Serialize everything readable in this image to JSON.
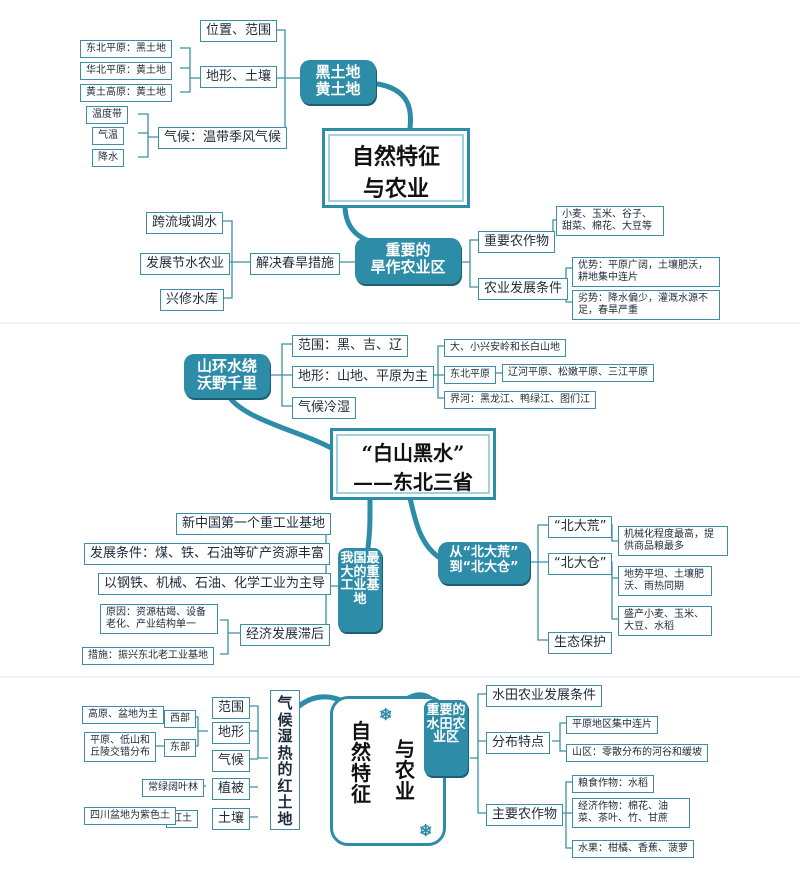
{
  "sec1": {
    "title_line1": "自然特征",
    "title_line2": "与农业",
    "hub_top": [
      "黑土地",
      "黄土地"
    ],
    "range": "位置、范围",
    "terrain": "地形、土壤",
    "soil": [
      "东北平原：黑土地",
      "华北平原：黄土地",
      "黄土高原：黄土地"
    ],
    "climate": "气候：温带季风气候",
    "climate_items": [
      "温度带",
      "气温",
      "降水"
    ],
    "hub_bottom": [
      "重要的",
      "旱作农业区"
    ],
    "measures": "解决春旱措施",
    "measures_items": [
      "跨流域调水",
      "发展节水农业",
      "兴修水库"
    ],
    "crops": "重要农作物",
    "crops_detail": "小麦、玉米、谷子、甜菜、棉花、大豆等",
    "conditions": "农业发展条件",
    "adv": "优势：平原广阔，土壤肥沃，耕地集中连片",
    "disadv": "劣势：降水偏少，灌溉水源不足，春旱严重"
  },
  "sec2": {
    "title_line1": "“白山黑水”",
    "title_line2": "——东北三省",
    "hub_left": [
      "山环水绕",
      "沃野千里"
    ],
    "range": "范围：黑、吉、辽",
    "terrain": "地形：山地、平原为主",
    "climate": "气候冷湿",
    "mountains": "大、小兴安岭和长白山地",
    "plain": "东北平原",
    "plain_detail": "辽河平原、松嫩平原、三江平原",
    "rivers": "界河：黑龙江、鸭绿江、图们江",
    "industry_hub": "我国最大的重工业基地",
    "ind_items": [
      "新中国第一个重工业基地",
      "发展条件：煤、铁、石油等矿产资源丰富",
      "以钢铁、机械、石油、化学工业为主导"
    ],
    "lag": "经济发展滞后",
    "lag_reason": "原因：资源枯竭、设备老化、产业结构单一",
    "lag_measure": "措施：振兴东北老工业基地",
    "farm_hub": [
      "从“北大荒”",
      "到“北大仓”"
    ],
    "bdh": "“北大荒”",
    "bdc": "“北大仓”",
    "eco": "生态保护",
    "mech": "机械化程度最高，提供商品粮最多",
    "land": "地势平坦、土壤肥沃、雨热同期",
    "produce": "盛产小麦、玉米、大豆、水稻"
  },
  "sec3": {
    "title_a": "自然特征",
    "title_b": "与农业",
    "hub_left": "气候湿热的红土地",
    "hub_right": "重要的水田农业区",
    "range": "范围",
    "terrain": "地形",
    "climate": "气候",
    "veg": "植被",
    "soil": "土壤",
    "west": "西部",
    "east": "东部",
    "west_detail": "高原、盆地为主",
    "east_detail": "平原、低山和丘陵交错分布",
    "veg_detail": "常绿阔叶林",
    "red_soil": "红土",
    "purple_soil": "四川盆地为紫色土",
    "paddy": "水田农业发展条件",
    "distribution": "分布特点",
    "plain_area": "平原地区集中连片",
    "mountain_area": "山区：零散分布的河谷和缓坡",
    "main_crops": "主要农作物",
    "grain": "粮食作物：水稻",
    "cash": "经济作物：棉花、油菜、茶叶、竹、甘蔗",
    "fruit": "水果：柑橘、香蕉、菠萝"
  },
  "colors": {
    "accent": "#2d8ca8",
    "line": "#3b8fa6"
  }
}
